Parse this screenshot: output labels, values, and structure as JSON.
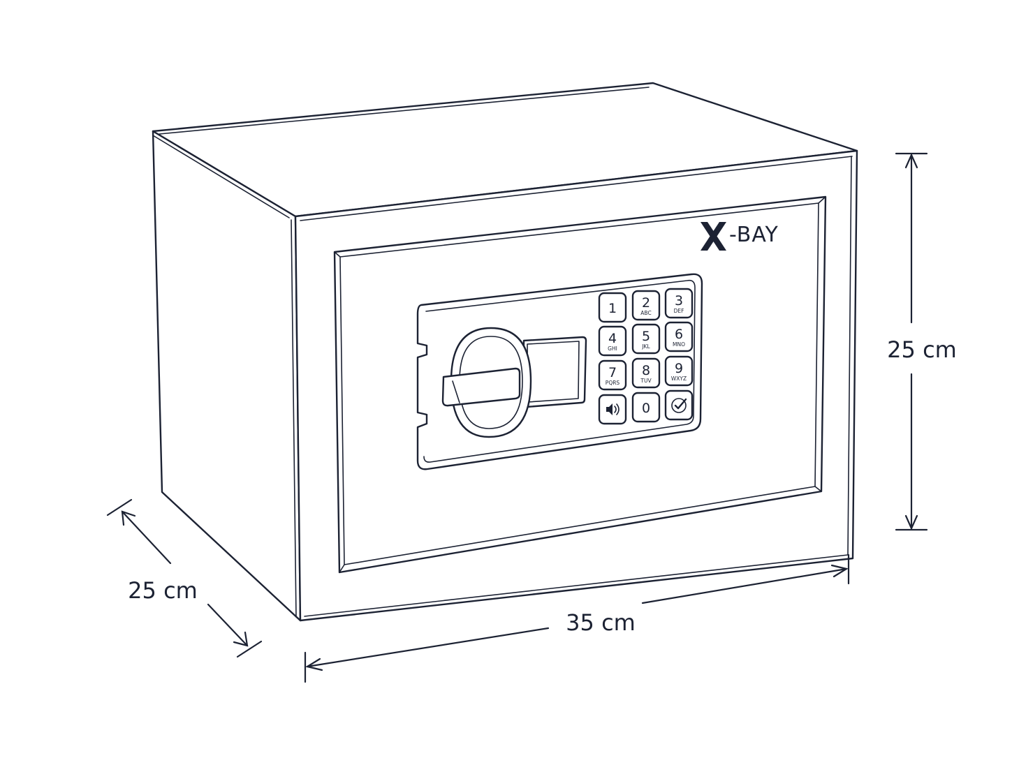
{
  "brand": {
    "logo_text": "X-BAY"
  },
  "dimensions": {
    "height": "25 cm",
    "width": "35 cm",
    "depth": "25 cm"
  },
  "keypad": {
    "keys": [
      {
        "num": "1",
        "sub": ""
      },
      {
        "num": "2",
        "sub": "ABC"
      },
      {
        "num": "3",
        "sub": "DEF"
      },
      {
        "num": "4",
        "sub": "GHI"
      },
      {
        "num": "5",
        "sub": "JKL"
      },
      {
        "num": "6",
        "sub": "MNO"
      },
      {
        "num": "7",
        "sub": "PQRS"
      },
      {
        "num": "8",
        "sub": "TUV"
      },
      {
        "num": "9",
        "sub": "WXYZ"
      },
      {
        "num": "",
        "sub": "",
        "icon": "speaker-icon"
      },
      {
        "num": "0",
        "sub": ""
      },
      {
        "num": "",
        "sub": "",
        "icon": "check-icon"
      }
    ]
  }
}
